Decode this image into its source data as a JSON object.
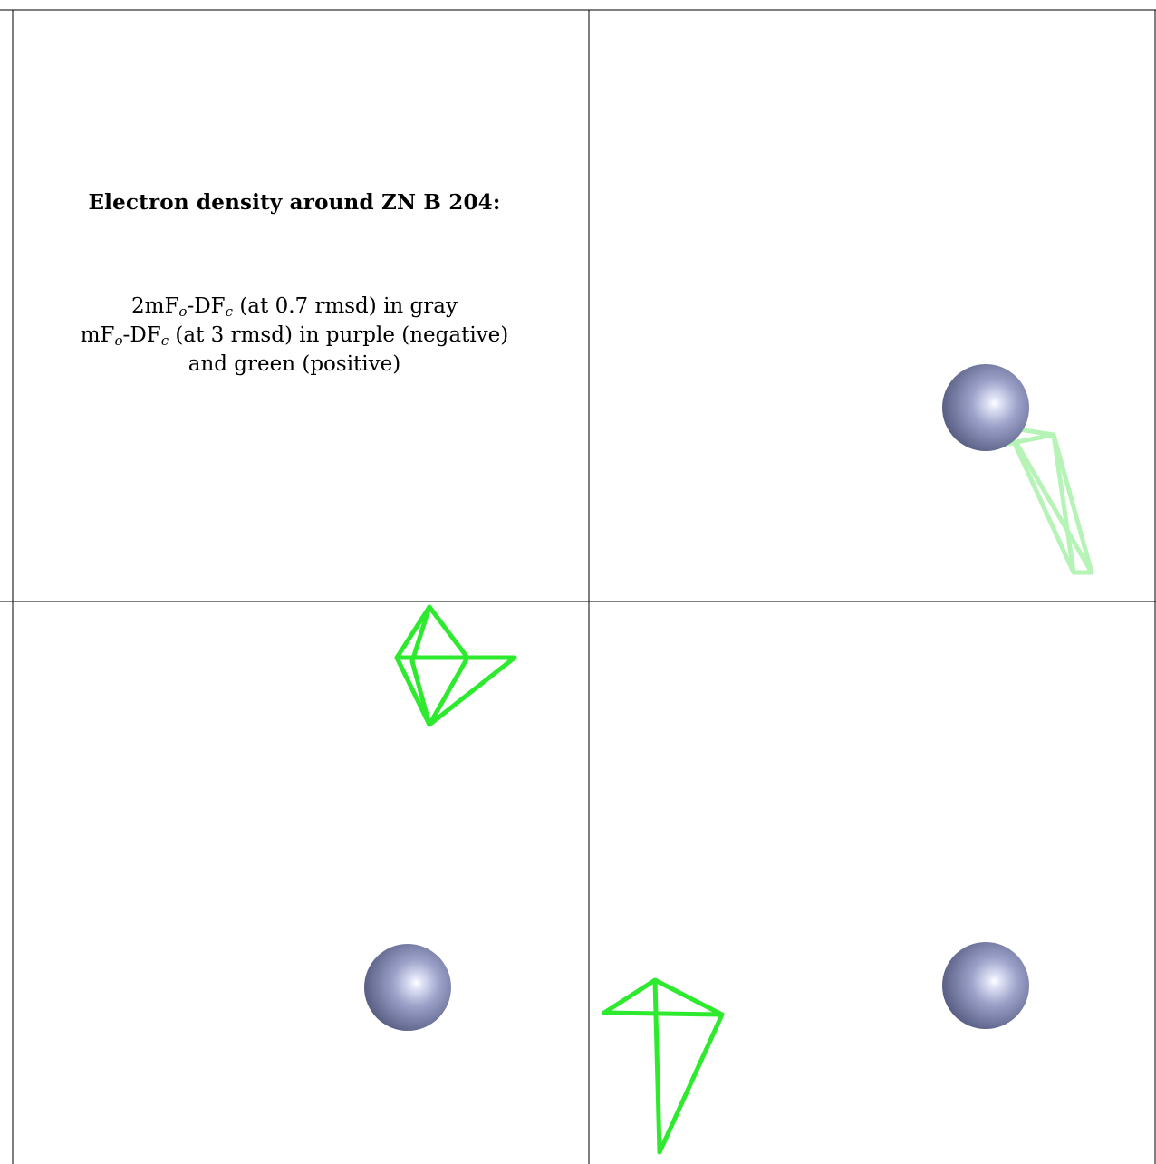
{
  "page": {
    "title": "Electron density around ZN B 204:",
    "legend": {
      "line1_pre": "2mF",
      "line1_sub1": "o",
      "line1_mid": "-DF",
      "line1_sub2": "c",
      "line1_post": " (at 0.7 rmsd) in gray",
      "line2_pre": "mF",
      "line2_sub1": "o",
      "line2_mid": "-DF",
      "line2_sub2": "c",
      "line2_post": " (at 3 rmsd) in purple (negative)",
      "line3": "and green (positive)"
    }
  },
  "colors": {
    "zinc_atom": "#8a90b8",
    "positive_density": "#2eea2e",
    "negative_density": "#a040c0",
    "grid_line": "#000000"
  },
  "panels": [
    {
      "name": "top-right-view",
      "content": "zn-atom with faint positive density mesh"
    },
    {
      "name": "bottom-left-view",
      "content": "zn-atom with positive density mesh"
    },
    {
      "name": "bottom-right-view",
      "content": "zn-atom with positive density mesh"
    }
  ]
}
